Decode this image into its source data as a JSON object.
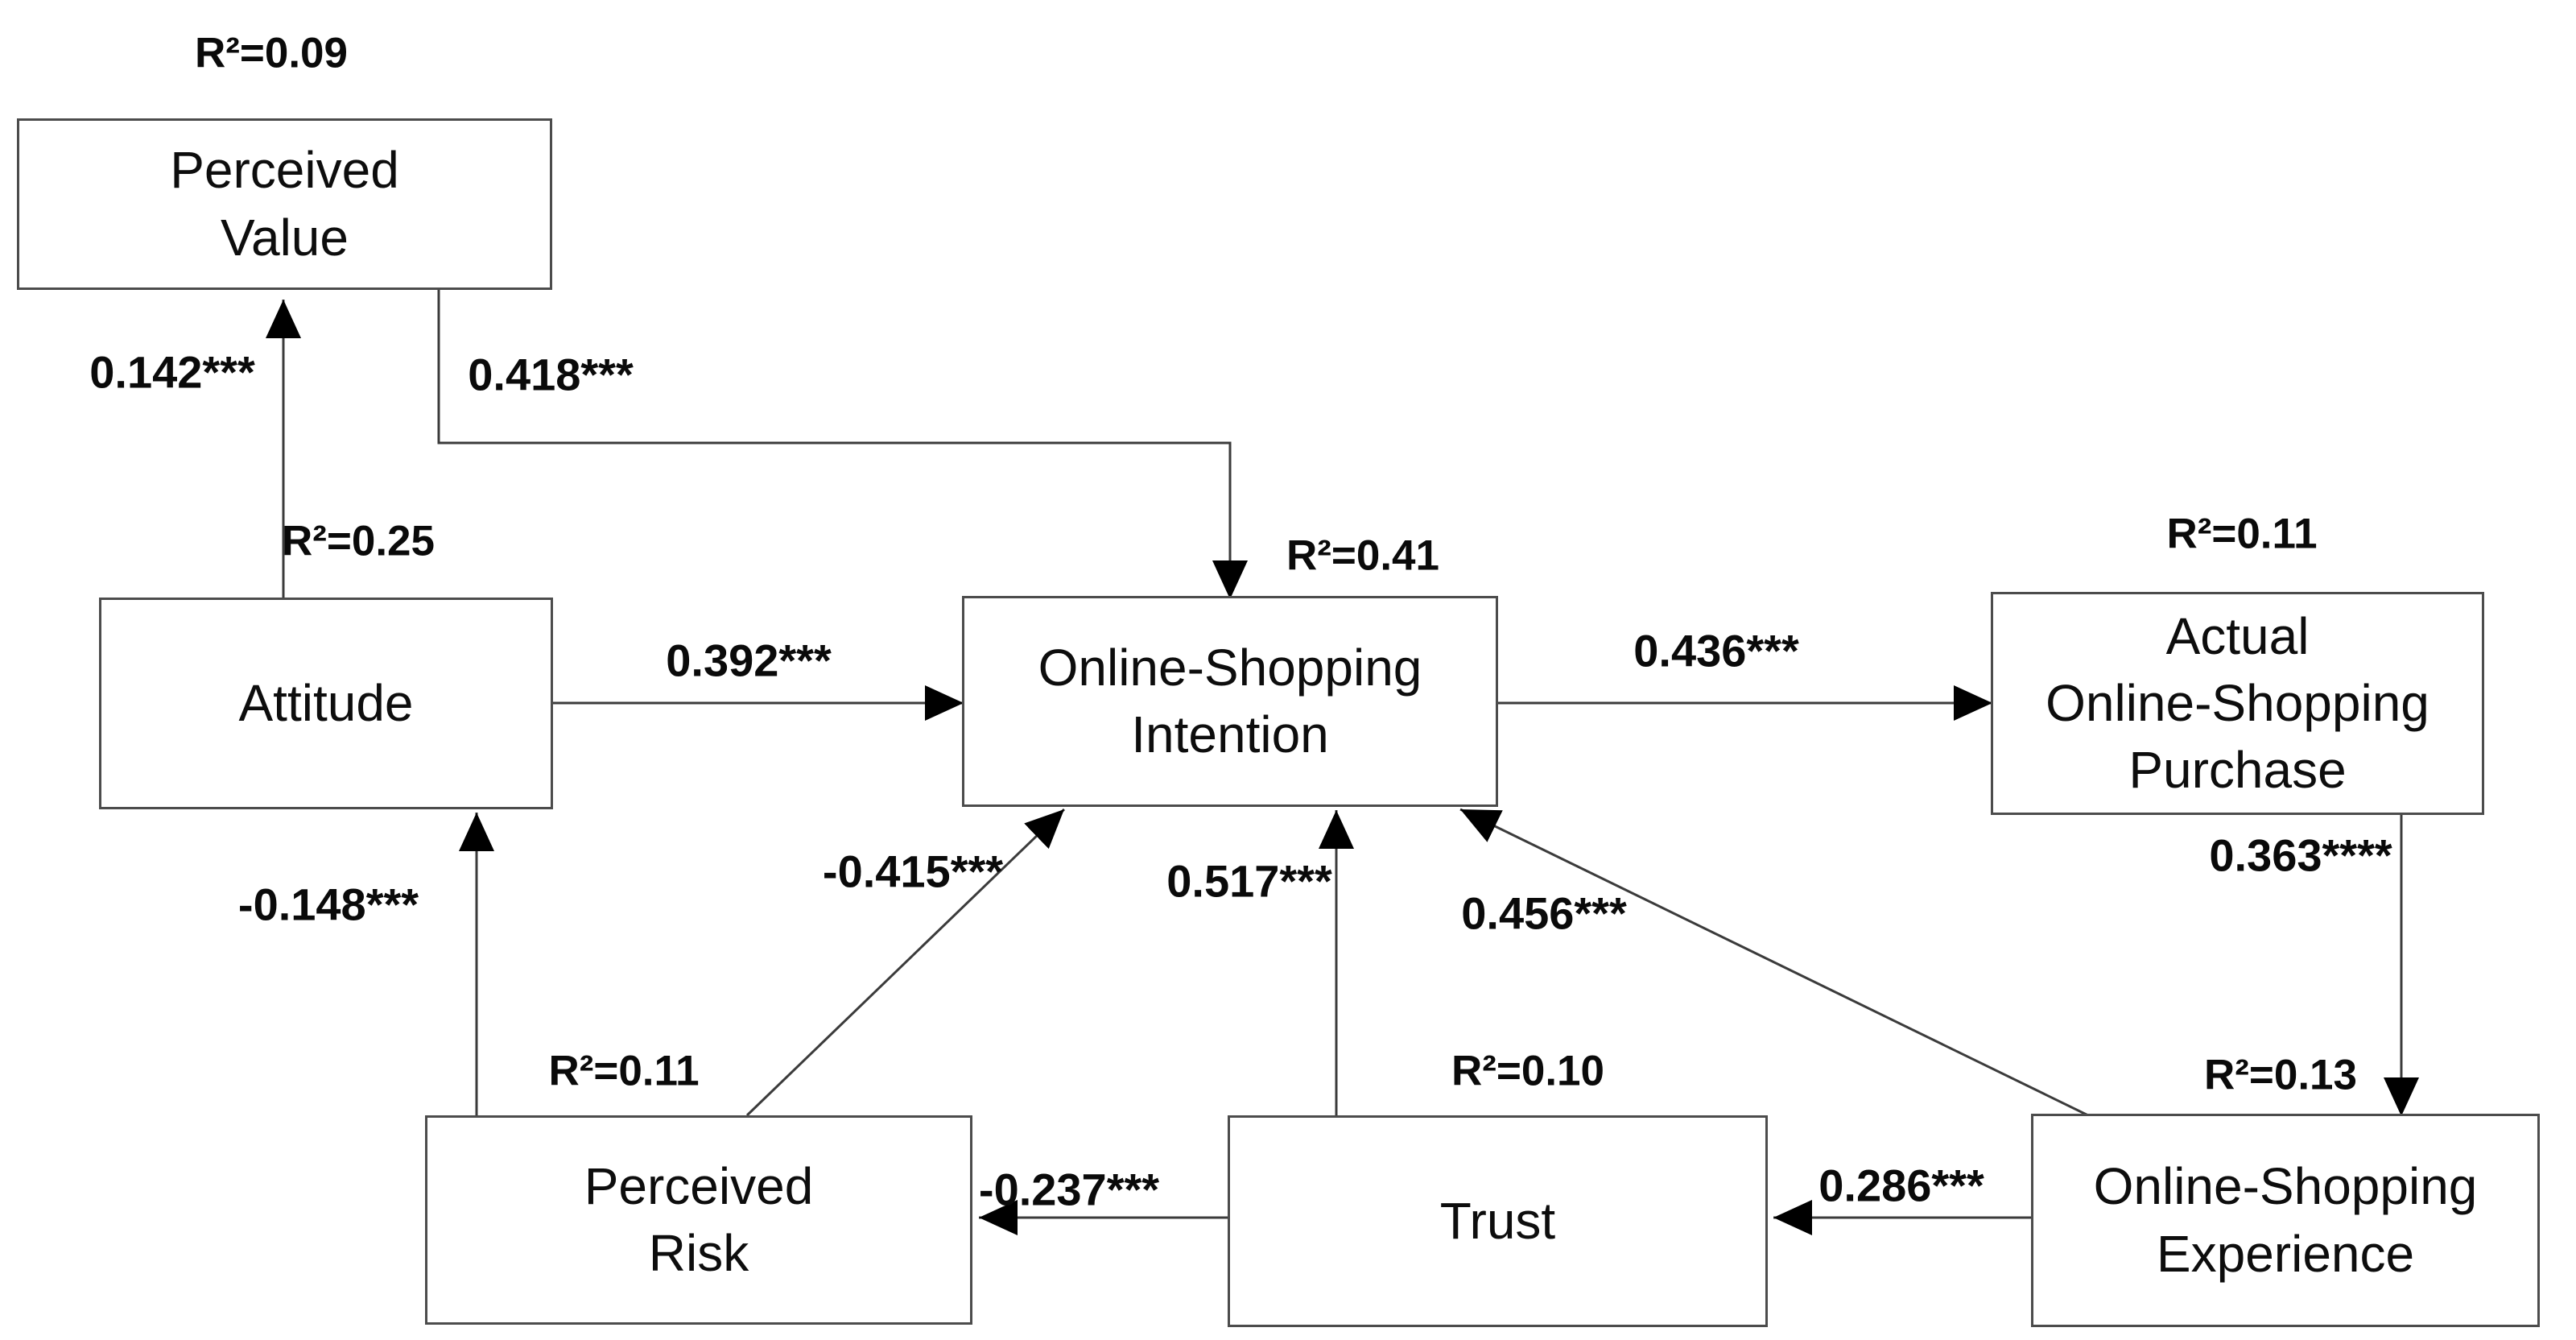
{
  "diagram": {
    "type": "sem-path-diagram",
    "colors": {
      "background": "#ffffff",
      "box_border": "#4c4c4c",
      "connector_line": "#3b3b3b",
      "arrowhead": "#000000",
      "text": "#0d0d0d"
    },
    "nodes": [
      {
        "id": "perceived_value",
        "label": "Perceived\nValue",
        "r2": "R²=0.09"
      },
      {
        "id": "attitude",
        "label": "Attitude",
        "r2": "R²=0.25"
      },
      {
        "id": "online_shopping_intention",
        "label": "Online-Shopping\nIntention",
        "r2": "R²=0.41"
      },
      {
        "id": "actual_online_shopping_purchase",
        "label": "Actual\nOnline-Shopping\nPurchase",
        "r2": "R²=0.11"
      },
      {
        "id": "perceived_risk",
        "label": "Perceived\nRisk",
        "r2": "R²=0.11"
      },
      {
        "id": "trust",
        "label": "Trust",
        "r2": "R²=0.10"
      },
      {
        "id": "online_shopping_experience",
        "label": "Online-Shopping\nExperience",
        "r2": "R²=0.13"
      }
    ],
    "edges": [
      {
        "from": "attitude",
        "to": "perceived_value",
        "coef": "0.142***"
      },
      {
        "from": "perceived_value",
        "to": "online_shopping_intention",
        "coef": "0.418***"
      },
      {
        "from": "attitude",
        "to": "online_shopping_intention",
        "coef": "0.392***"
      },
      {
        "from": "online_shopping_intention",
        "to": "actual_online_shopping_purchase",
        "coef": "0.436***"
      },
      {
        "from": "actual_online_shopping_purchase",
        "to": "online_shopping_experience",
        "coef": "0.363****"
      },
      {
        "from": "perceived_risk",
        "to": "attitude",
        "coef": "-0.148***"
      },
      {
        "from": "perceived_risk",
        "to": "online_shopping_intention",
        "coef": "-0.415***"
      },
      {
        "from": "trust",
        "to": "online_shopping_intention",
        "coef": "0.517***"
      },
      {
        "from": "online_shopping_experience",
        "to": "online_shopping_intention",
        "coef": "0.456***"
      },
      {
        "from": "trust",
        "to": "perceived_risk",
        "coef": "-0.237***"
      },
      {
        "from": "online_shopping_experience",
        "to": "trust",
        "coef": "0.286***"
      }
    ]
  }
}
